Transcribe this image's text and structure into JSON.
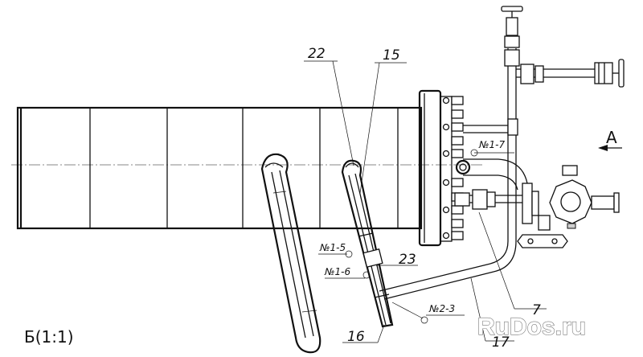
{
  "labels": {
    "part_22": "22",
    "part_15": "15",
    "part_23": "23",
    "part_16": "16",
    "part_7": "7",
    "part_17": "17",
    "point_1_5": "№1-5",
    "point_1_6": "№1-6",
    "point_1_7": "№1-7",
    "point_2_3": "№2-3",
    "view_a": "А",
    "scale": "Б(1:1)"
  },
  "watermark": {
    "text": "RuDos.ru"
  }
}
